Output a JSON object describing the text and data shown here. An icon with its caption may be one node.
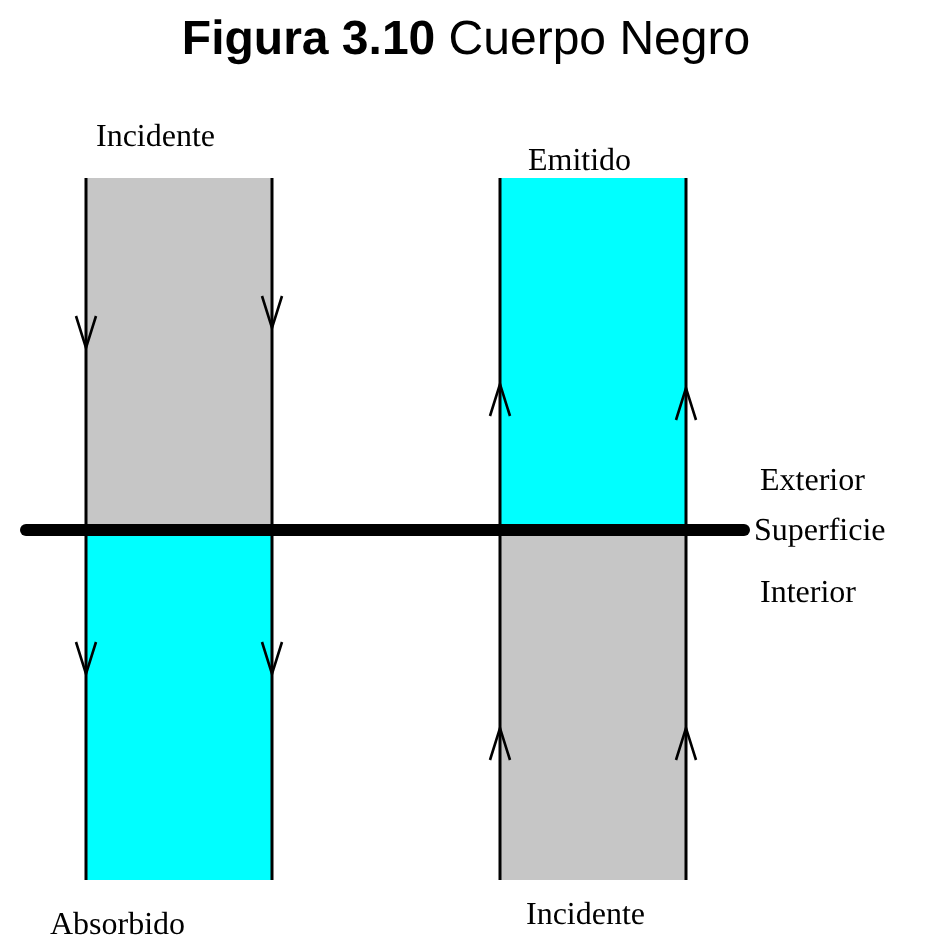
{
  "diagram": {
    "title": "**Figura 3.10** Cuerpo Negro",
    "labels": [
      "Incidente",
      "Emitido",
      "Exterior",
      "Superficie",
      "Interior",
      "Absorbido",
      "Incidente"
    ]
  }
}
